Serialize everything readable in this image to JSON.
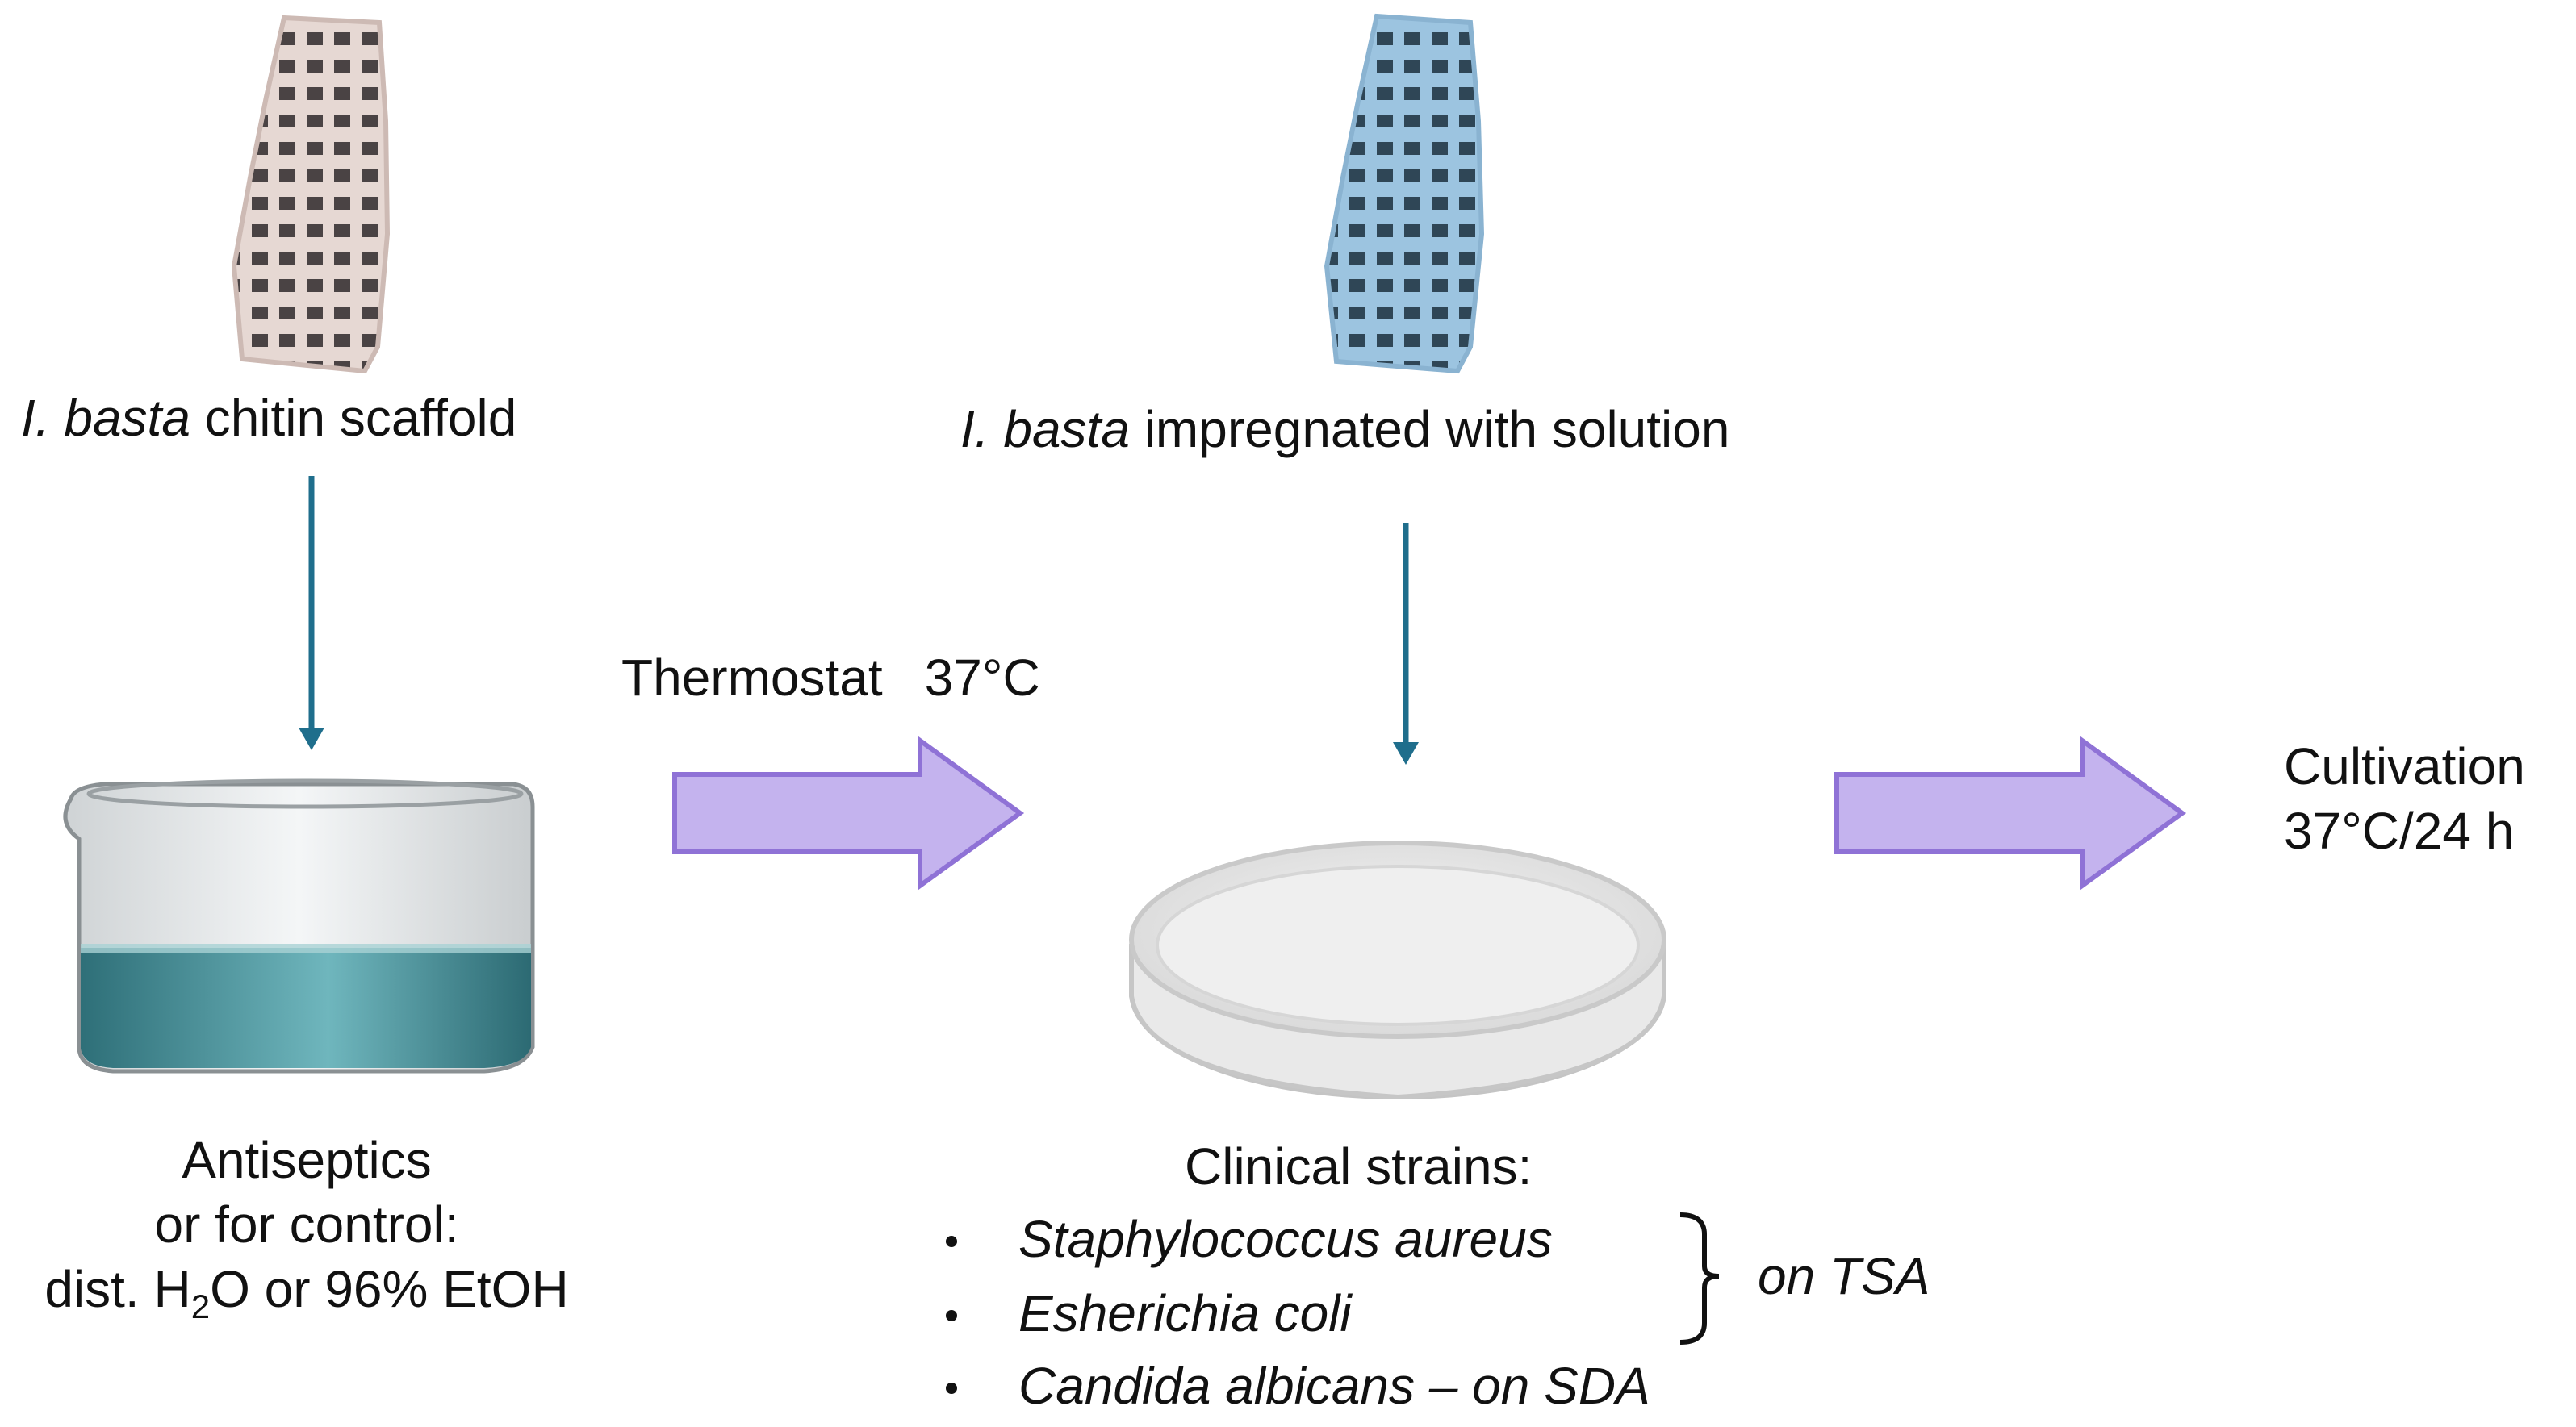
{
  "scaffold_label": {
    "italic": "I. basta",
    "rest": " chitin scaffold"
  },
  "impregnated_label": {
    "italic": "I. basta",
    "rest": " impregnated with solution"
  },
  "thermostat": {
    "label": "Thermostat",
    "temp": "37°C"
  },
  "cultivation": {
    "line1": "Cultivation",
    "line2": "37°C/24 h"
  },
  "antiseptics": {
    "line1": "Antiseptics",
    "line2": "or for control:",
    "line3_pre": "dist. H",
    "line3_sub": "2",
    "line3_post": "O or 96% EtOH"
  },
  "strains": {
    "title": "Clinical strains:",
    "items": [
      {
        "italic": "Staphylococcus aureus",
        "suffix": ""
      },
      {
        "italic": "Esherichia coli",
        "suffix": ""
      },
      {
        "italic": "Candida albicans – on SDA",
        "suffix": ""
      }
    ],
    "group_label": "on TSA"
  },
  "colors": {
    "connector_arrow": "#1f6e8c",
    "block_arrow_fill": "#c4b3ee",
    "block_arrow_stroke": "#8f72d6",
    "scaffold_natural": "#d9c9c4",
    "scaffold_impregnated": "#8fb9d8",
    "liquid": "#3f8f98"
  }
}
